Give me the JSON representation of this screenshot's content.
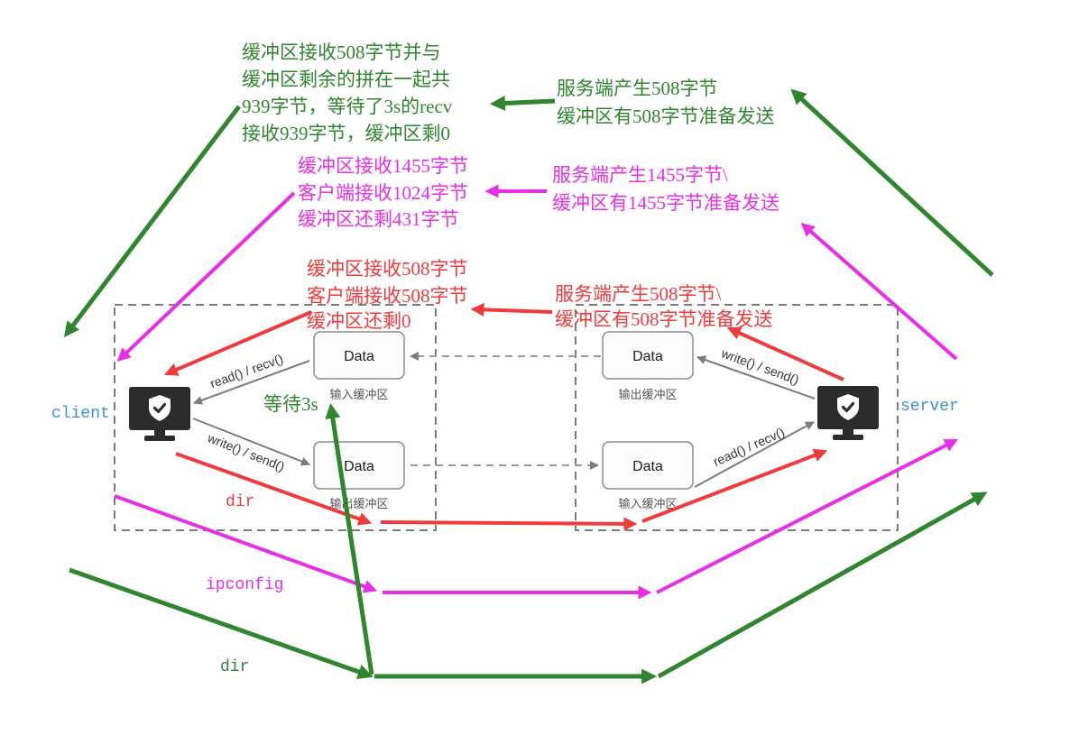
{
  "diagram": {
    "client": {
      "label": "client",
      "icon": "monitor-shield-icon",
      "input_buffer": {
        "text": "Data",
        "caption": "输入缓冲区"
      },
      "output_buffer": {
        "text": "Data",
        "caption": "输出缓冲区"
      },
      "read_call": "read() / recv()",
      "write_call": "write() / send()"
    },
    "server": {
      "label": "server",
      "icon": "monitor-shield-icon",
      "output_buffer": {
        "text": "Data",
        "caption": "输出缓冲区"
      },
      "input_buffer": {
        "text": "Data",
        "caption": "输入缓冲区"
      },
      "write_call": "write() / send()",
      "read_call": "read() / recv()"
    }
  },
  "commands": {
    "red": "dir",
    "magenta": "ipconfig",
    "green": "dir"
  },
  "wait_label": "等待3s",
  "notes": {
    "green_client": [
      "缓冲区接收508字节并与",
      "缓冲区剩余的拼在一起共",
      "939字节，等待了3s的recv",
      "接收939字节，缓冲区剩0"
    ],
    "green_server": [
      "服务端产生508字节",
      "缓冲区有508字节准备发送"
    ],
    "magenta_client": [
      "缓冲区接收1455字节",
      "客户端接收1024字节",
      "缓冲区还剩431字节"
    ],
    "magenta_server": [
      "服务端产生1455字节\\",
      "缓冲区有1455字节准备发送"
    ],
    "red_client": [
      "缓冲区接收508字节",
      "客户端接收508字节",
      "缓冲区还剩0"
    ],
    "red_server": [
      "服务端产生508字节\\",
      "缓冲区有508字节准备发送"
    ]
  },
  "colors": {
    "red": "#ef3b3b",
    "magenta": "#e62fe6",
    "green": "#2f862f",
    "label_blue": "#3f8fcf",
    "diagram_gray": "#7c7c7c"
  }
}
